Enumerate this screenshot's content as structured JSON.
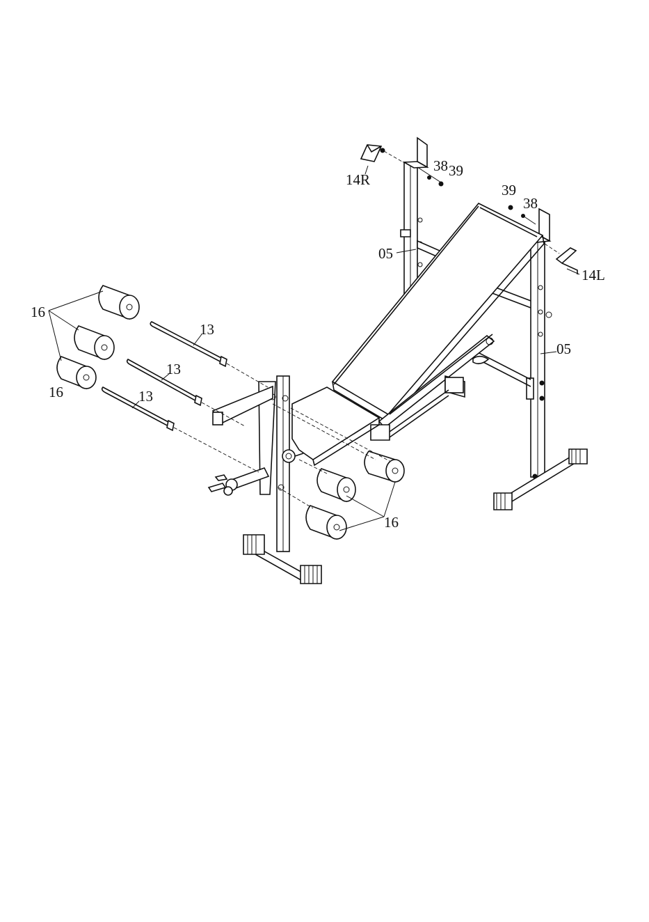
{
  "labels": {
    "l_14R": "14R",
    "l_38a": "38",
    "l_39a": "39",
    "l_39b": "39",
    "l_38b": "38",
    "l_14L": "14L",
    "l_05a": "05",
    "l_05b": "05",
    "l_16a": "16",
    "l_16b": "16",
    "l_16c": "16",
    "l_13a": "13",
    "l_13b": "13",
    "l_13c": "13"
  }
}
